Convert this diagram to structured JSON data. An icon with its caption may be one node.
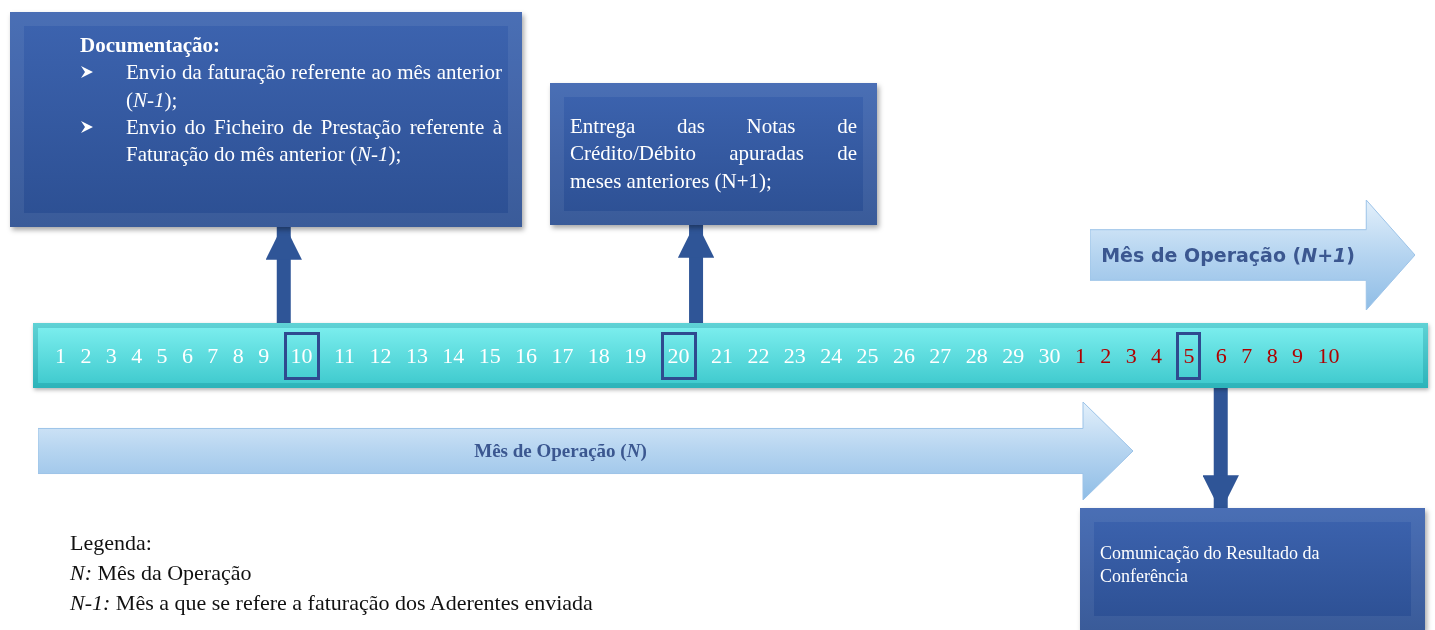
{
  "diagram": {
    "nodes": [
      {
        "text": [
          "Documentação:",
          "Envio da faturação referente ao mês anterior (*N-1*);",
          "Envio do Ficheiro de Prestação referente à Faturação do mês anterior (*N-1*);"
        ]
      },
      {
        "text": [
          "Entrega das Notas de Crédito/Débito apuradas de meses anteriores (N+1);"
        ]
      },
      {
        "text": [
          "Mês de Operação (*N+1*)"
        ]
      },
      {
        "text": [],
        "shape": "bar"
      },
      {
        "text": [
          "10"
        ],
        "in": 3
      },
      {
        "text": [
          "20"
        ],
        "in": 3
      },
      {
        "text": [
          "5"
        ],
        "in": 3
      },
      {
        "text": [
          "Mês de Operação (*N*)"
        ]
      },
      {
        "text": [
          "Comunicação do Resultado da Conferência"
        ]
      }
    ],
    "edges": [
      {
        "from": 4,
        "to": 0,
        "arrow": "to"
      },
      {
        "from": 5,
        "to": 1,
        "arrow": "to"
      },
      {
        "from": 6,
        "to": 8,
        "arrow": "to"
      }
    ],
    "labels": [
      "1",
      "2",
      "3",
      "4",
      "5",
      "6",
      "7",
      "8",
      "9",
      "11",
      "12",
      "13",
      "14",
      "15",
      "16",
      "17",
      "18",
      "19",
      "21",
      "22",
      "23",
      "24",
      "25",
      "26",
      "27",
      "28",
      "29",
      "30",
      "1",
      "2",
      "3",
      "4",
      "6",
      "7",
      "8",
      "9",
      "10",
      "Legenda:",
      "*N:* Mês da Operação",
      "*N-1:* Mês a que se refere a faturação dos Aderentes enviada"
    ]
  }
}
